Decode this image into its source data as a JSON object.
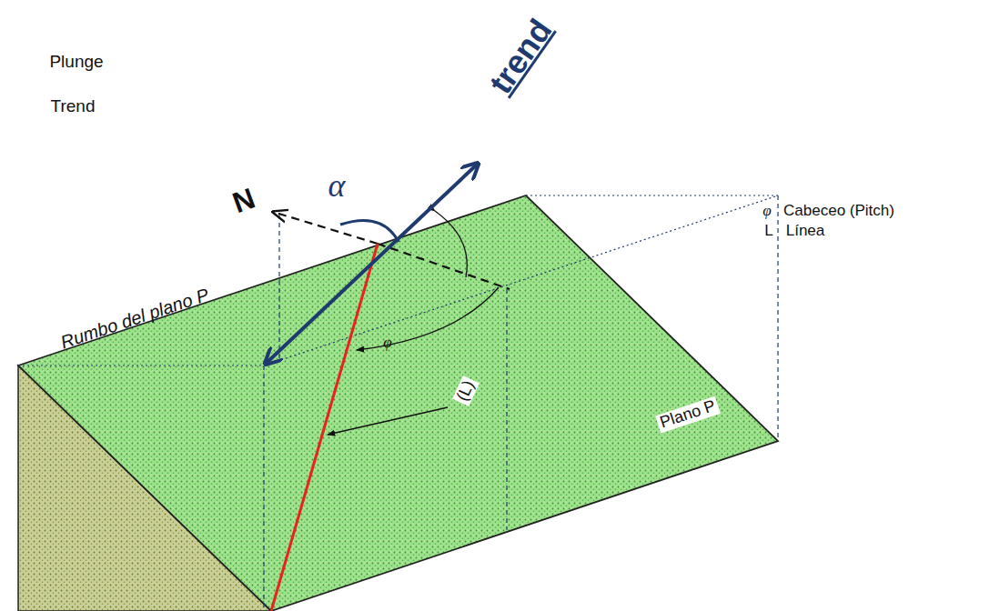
{
  "diagram": {
    "labels": [
      "Plunge",
      "Trend",
      "trend",
      "N",
      "α",
      "Rumbo del plano P",
      "φ",
      "Cabeceo (Pitch)",
      "L",
      "Línea",
      "(L)",
      "Plano P",
      "φ"
    ]
  }
}
